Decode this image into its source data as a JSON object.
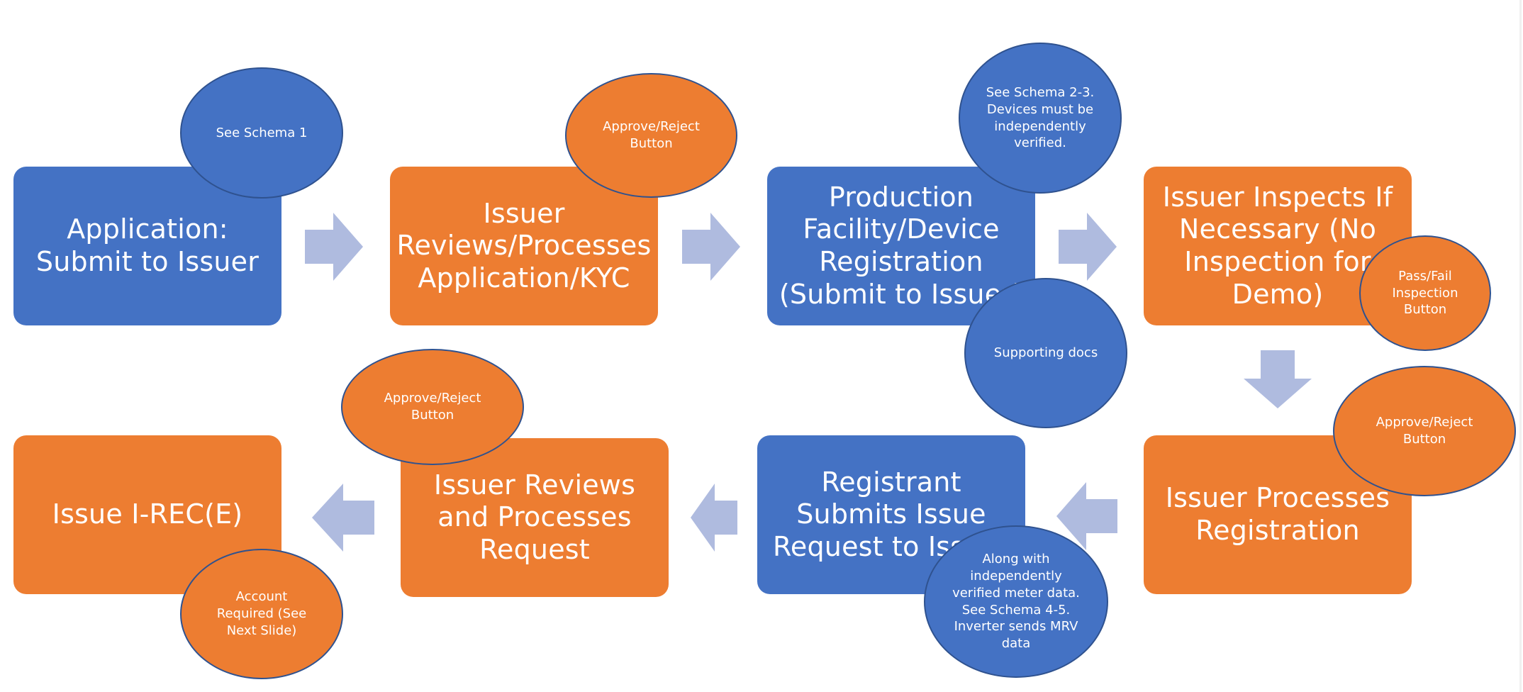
{
  "colors": {
    "blue": "#4472C4",
    "orange": "#ED7D31",
    "arrow": "#AFBBDF",
    "outline": "#2F528F"
  },
  "steps": {
    "step1": "Application: Submit to Issuer",
    "step2": "Issuer Reviews/Processes Application/KYC",
    "step3": "Production Facility/Device Registration (Submit to Issuer)",
    "step4": "Issuer Inspects If Necessary (No Inspection for Demo)",
    "step5": "Issuer Processes Registration",
    "step6": "Registrant Submits Issue Request to Issuer",
    "step7": "Issuer Reviews and Processes Request",
    "step8": "Issue I-REC(E)"
  },
  "notes": {
    "schema1": "See Schema 1",
    "approve_reject_1": "Approve/Reject Button",
    "schema2_3": "See Schema 2-3. Devices must be independently verified.",
    "supporting_docs": "Supporting docs",
    "pass_fail": "Pass/Fail Inspection Button",
    "approve_reject_2": "Approve/Reject Button",
    "meter_data": "Along with independently verified meter data. See Schema 4-5. Inverter sends MRV data",
    "approve_reject_3": "Approve/Reject Button",
    "account_required": "Account Required (See Next Slide)"
  },
  "arrows": [
    {
      "from": "step1",
      "to": "step2",
      "direction": "right"
    },
    {
      "from": "step2",
      "to": "step3",
      "direction": "right"
    },
    {
      "from": "step3",
      "to": "step4",
      "direction": "right"
    },
    {
      "from": "step4",
      "to": "step5",
      "direction": "down"
    },
    {
      "from": "step5",
      "to": "step6",
      "direction": "left"
    },
    {
      "from": "step6",
      "to": "step7",
      "direction": "left"
    },
    {
      "from": "step7",
      "to": "step8",
      "direction": "left"
    }
  ]
}
